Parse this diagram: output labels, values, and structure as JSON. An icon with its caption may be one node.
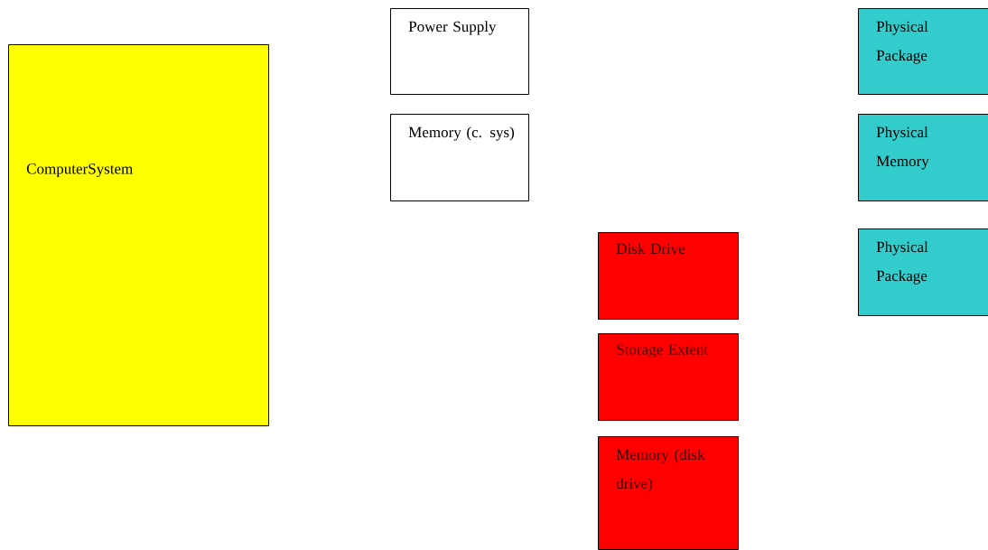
{
  "diagram": {
    "nodes": [
      {
        "text": [
          "ComputerSystem"
        ]
      },
      {
        "text": [
          "Power Supply"
        ]
      },
      {
        "text": [
          "Memory (c. sys)"
        ]
      },
      {
        "text": [
          "Disk Drive"
        ]
      },
      {
        "text": [
          "Storage Extent"
        ]
      },
      {
        "text": [
          "Memory (disk drive)"
        ]
      },
      {
        "text": [
          "Physical Package"
        ]
      },
      {
        "text": [
          "Physical Memory"
        ]
      },
      {
        "text": [
          "Physical Package"
        ]
      }
    ]
  }
}
